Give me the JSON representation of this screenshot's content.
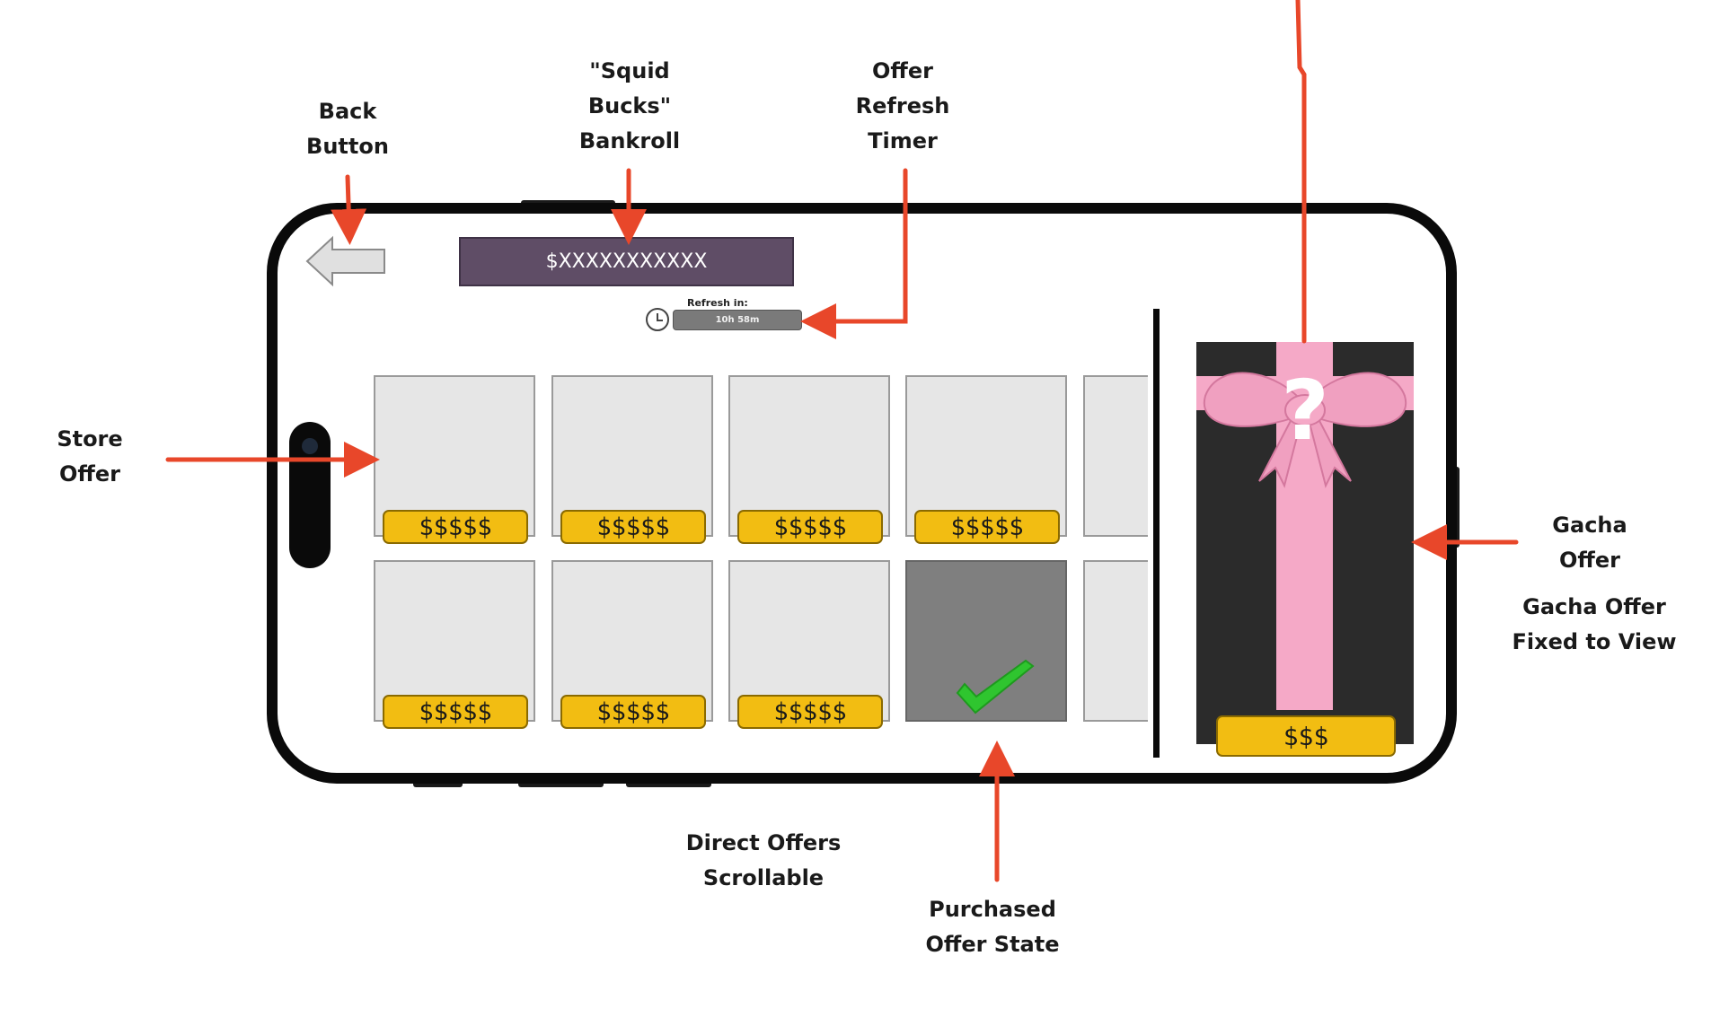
{
  "annotations": {
    "back_button": [
      "Back",
      "Button"
    ],
    "bankroll": [
      "\"Squid",
      "Bucks\"",
      "Bankroll"
    ],
    "refresh_timer": [
      "Offer",
      "Refresh",
      "Timer"
    ],
    "store_offer": [
      "Store",
      "Offer"
    ],
    "gacha_offer": [
      "Gacha",
      "Offer"
    ],
    "gacha_fixed": [
      "Gacha Offer",
      "Fixed to View"
    ],
    "direct_offers": [
      "Direct Offers",
      "Scrollable"
    ],
    "purchased_state": [
      "Purchased",
      "Offer State"
    ]
  },
  "screen": {
    "bankroll_value": "$XXXXXXXXXXX",
    "refresh_label": "Refresh in:",
    "refresh_value": "10h 58m",
    "offers": [
      {
        "price": "$$$$$",
        "purchased": false
      },
      {
        "price": "$$$$$",
        "purchased": false
      },
      {
        "price": "$$$$$",
        "purchased": false
      },
      {
        "price": "$$$$$",
        "purchased": false
      },
      {
        "price": "$$$$$",
        "purchased": false
      },
      {
        "price": "$$$$$",
        "purchased": false
      },
      {
        "price": "$$$$$",
        "purchased": false
      },
      {
        "price": "",
        "purchased": true
      }
    ],
    "gacha": {
      "price": "$$$",
      "mystery_symbol": "?"
    }
  },
  "colors": {
    "arrow": "#e8472a",
    "bankroll_bg": "#5f4d66",
    "price_tag": "#f2bd12",
    "ribbon": "#f5a9c7",
    "gacha_box": "#2b2b2b",
    "check": "#2fc52f"
  },
  "icons": {
    "back": "left-arrow-icon",
    "timer": "clock-icon",
    "purchased": "checkmark-icon",
    "gacha": "gift-bow-icon"
  }
}
